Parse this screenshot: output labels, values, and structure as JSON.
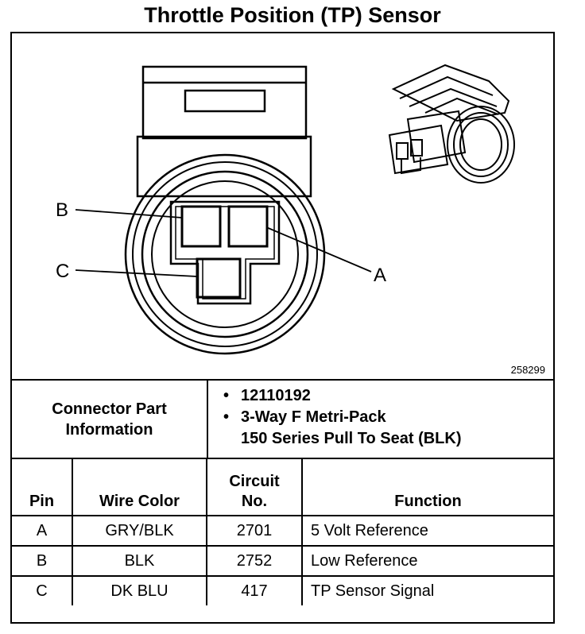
{
  "title": "Throttle Position (TP) Sensor",
  "figure": {
    "id": "258299",
    "callouts": {
      "a": "A",
      "b": "B",
      "c": "C"
    }
  },
  "connector": {
    "label_line1": "Connector Part",
    "label_line2": "Information",
    "items": [
      {
        "bullet": "•",
        "line1": "12110192",
        "line2": ""
      },
      {
        "bullet": "•",
        "line1": "3-Way F Metri-Pack",
        "line2": "150 Series Pull To Seat (BLK)"
      }
    ]
  },
  "table": {
    "headers": {
      "pin": "Pin",
      "wire_color": "Wire Color",
      "circuit_line1": "Circuit",
      "circuit_line2": "No.",
      "function": "Function"
    },
    "rows": [
      {
        "pin": "A",
        "wire_color": "GRY/BLK",
        "circuit": "2701",
        "function": "5 Volt Reference"
      },
      {
        "pin": "B",
        "wire_color": "BLK",
        "circuit": "2752",
        "function": "Low Reference"
      },
      {
        "pin": "C",
        "wire_color": "DK BLU",
        "circuit": "417",
        "function": "TP Sensor Signal"
      }
    ]
  }
}
